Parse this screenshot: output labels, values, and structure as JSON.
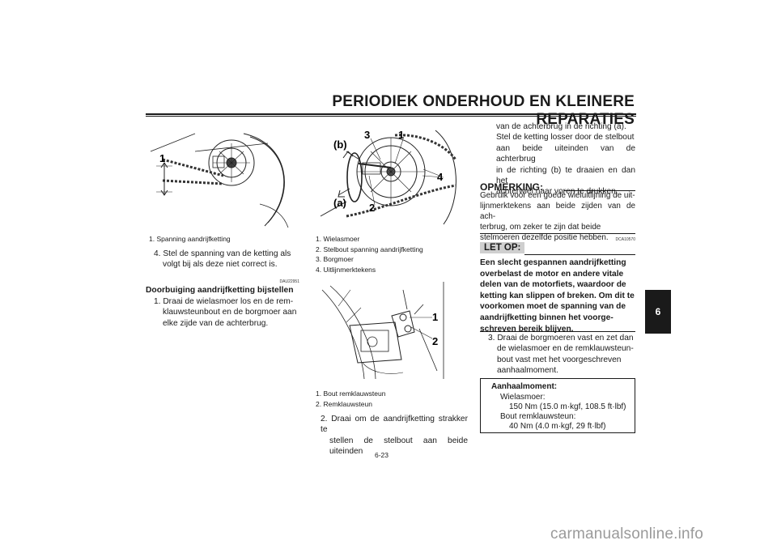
{
  "header": {
    "title": "PERIODIEK ONDERHOUD EN KLEINERE REPARATIES"
  },
  "side_tab": {
    "label": "6"
  },
  "figure1": {
    "callout_1": "1",
    "caption": "1. Spanning aandrijfketting"
  },
  "figure2": {
    "callout_b": "(b)",
    "callout_3": "3",
    "callout_1": "1",
    "callout_4": "4",
    "callout_a": "(a)",
    "callout_2": "2",
    "captions": [
      "1. Wielasmoer",
      "2. Stelbout spanning aandrijfketting",
      "3. Borgmoer",
      "4. Uitlijnmerktekens"
    ]
  },
  "figure3": {
    "callout_1": "1",
    "callout_2": "2",
    "captions": [
      "1. Bout remklauwsteun",
      "2. Remklauwsteun"
    ]
  },
  "col1": {
    "step4": [
      "4. Stel de spanning van de ketting als",
      "volgt bij als deze niet correct is."
    ],
    "code": "DAU22951",
    "heading": "Doorbuiging aandrijfketting bijstellen",
    "step1": [
      "1. Draai de wielasmoer los en de rem-",
      "klauwsteunbout en de borgmoer aan",
      "elke zijde van de achterbrug."
    ]
  },
  "col2": {
    "step2": [
      "2. Draai om de aandrijfketting strakker te",
      "stellen de stelbout aan beide uiteinden"
    ]
  },
  "col3": {
    "cont": [
      "van de achterbrug in de richting (a).",
      "Stel de ketting losser door de stelbout",
      "aan beide uiteinden van de achterbrug",
      "in de richting (b) te draaien en dan het",
      "achterwiel naar voren te drukken."
    ],
    "note_title": "OPMERKING:",
    "note": [
      "Gebruik voor een goede wieluitlijning de uit-",
      "lijnmerktekens aan beide zijden van de ach-",
      "terbrug, om zeker te zijn dat beide",
      "stelmoeren dezelfde positie hebben."
    ],
    "code": "DCA10570",
    "caution_title": "LET OP:",
    "caution": [
      "Een slecht gespannen aandrijfketting",
      "overbelast de motor en andere vitale",
      "delen van de motorfiets, waardoor de",
      "ketting kan slippen of breken. Om dit te",
      "voorkomen moet de spanning van de",
      "aandrijfketting binnen het voorge-",
      "schreven bereik blijven."
    ],
    "step3": [
      "3. Draai de borgmoeren vast en zet dan",
      "de wielasmoer en de remklauwsteun-",
      "bout vast met het voorgeschreven",
      "aanhaalmoment."
    ],
    "torque": {
      "title": "Aanhaalmoment:",
      "l1": "Wielasmoer:",
      "l2": "150 Nm (15.0 m·kgf, 108.5 ft·lbf)",
      "l3": "Bout remklauwsteun:",
      "l4": "40 Nm (4.0 m·kgf, 29 ft·lbf)"
    }
  },
  "page_number": "6-23",
  "watermark": "carmanualsonline.info"
}
